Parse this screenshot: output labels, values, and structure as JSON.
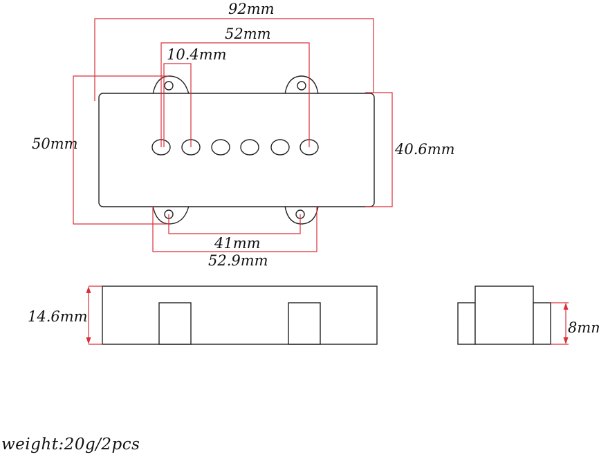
{
  "dimensions": {
    "overall_length": "92mm",
    "pole_span": "52mm",
    "pole_spacing": "10.4mm",
    "overall_height": "50mm",
    "cover_height": "40.6mm",
    "bottom_mount_spacing": "41mm",
    "bottom_mount_outer": "52.9mm",
    "side_depth": "14.6mm",
    "end_depth": "8mm"
  },
  "footer": {
    "weight": "weight:20g/2pcs"
  },
  "colors": {
    "dimension_line": "#d9303a",
    "outline": "#222222"
  }
}
